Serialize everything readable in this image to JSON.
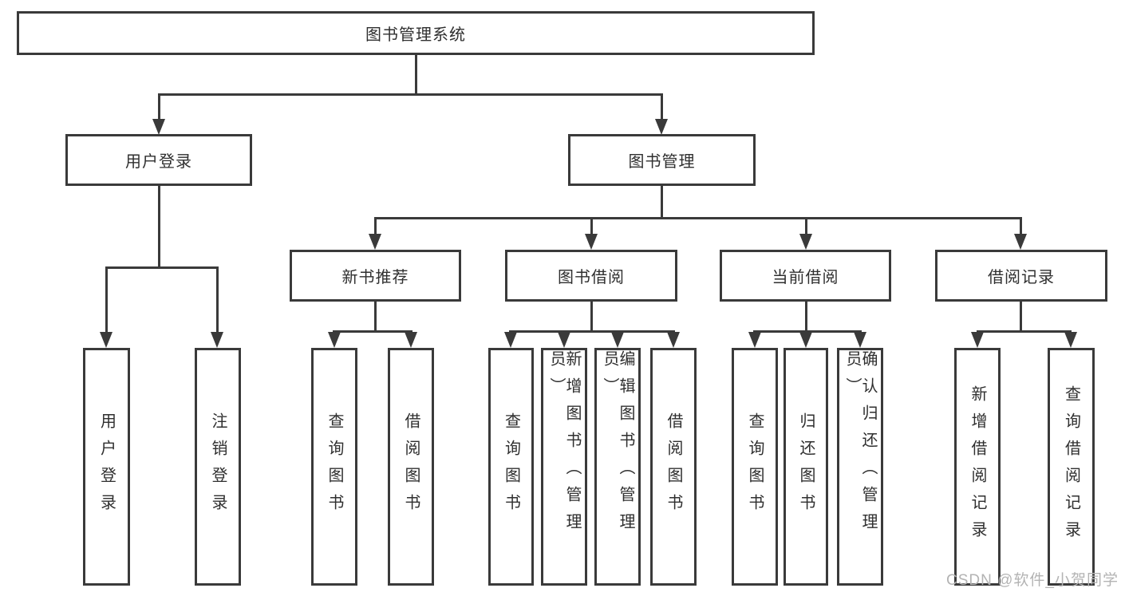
{
  "tree": {
    "root": "图书管理系统",
    "children": [
      {
        "label": "用户登录",
        "children": [
          "用户登录",
          "注销登录"
        ]
      },
      {
        "label": "图书管理",
        "children": [
          {
            "label": "新书推荐",
            "children": [
              "查询图书",
              "借阅图书"
            ]
          },
          {
            "label": "图书借阅",
            "children": [
              "查询图书",
              "新增图书（管理员）",
              "编辑图书（管理员）",
              "借阅图书"
            ]
          },
          {
            "label": "当前借阅",
            "children": [
              "查询图书",
              "归还图书",
              "确认归还（管理员）"
            ]
          },
          {
            "label": "借阅记录",
            "children": [
              "新增借阅记录",
              "查询借阅记录"
            ]
          }
        ]
      }
    ]
  },
  "watermark": {
    "text": "CSDN @软件_小贺同学"
  },
  "colors": {
    "line": "#3a3a3a",
    "node_text": "#2f2f2f",
    "node_fill": "#ffffff",
    "watermark_text": "#b3b3b3",
    "background": "#ffffff"
  }
}
